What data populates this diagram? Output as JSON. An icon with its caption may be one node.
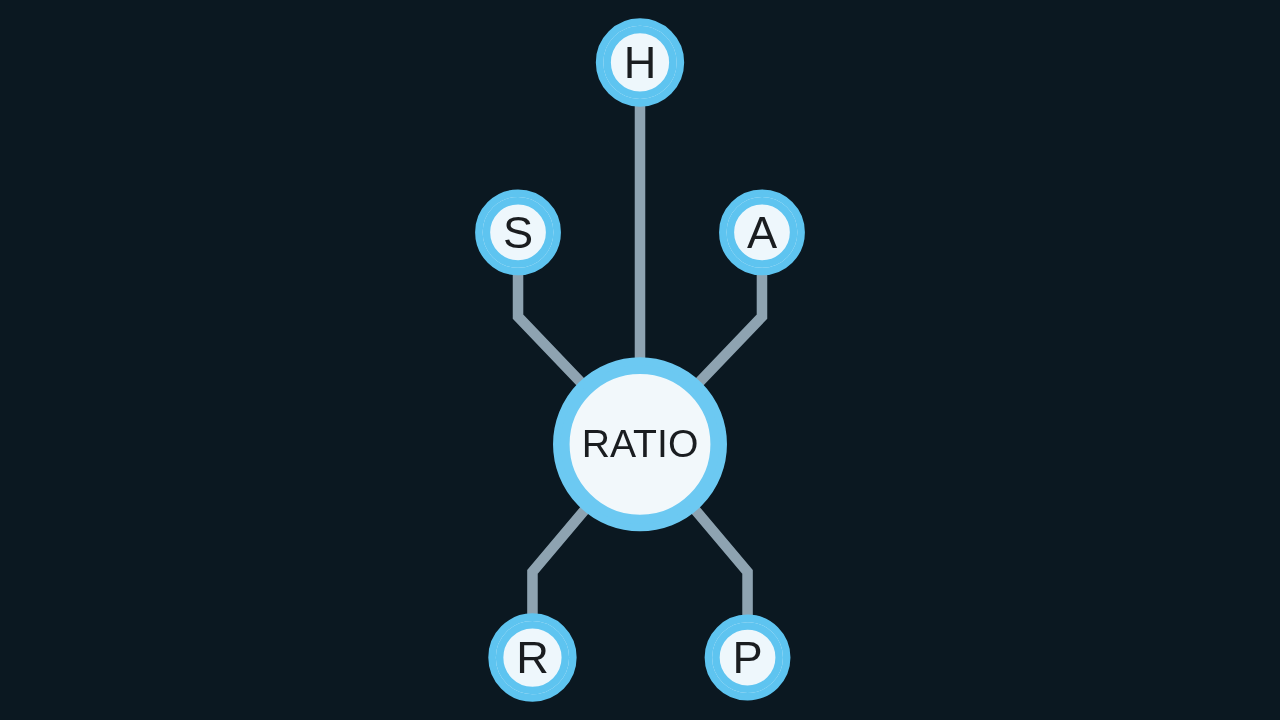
{
  "diagram": {
    "nodes": [
      {
        "text": [
          "H"
        ]
      },
      {
        "text": [
          "S"
        ]
      },
      {
        "text": [
          "A"
        ]
      },
      {
        "text": [
          "RATIO"
        ]
      },
      {
        "text": [
          "R"
        ]
      },
      {
        "text": [
          "P"
        ]
      }
    ],
    "edges": [
      {
        "from": 1,
        "to": 3,
        "arrow": "none"
      },
      {
        "from": 0,
        "to": 3,
        "arrow": "none"
      },
      {
        "from": 2,
        "to": 3,
        "arrow": "none"
      },
      {
        "from": 3,
        "to": 4,
        "arrow": "none"
      },
      {
        "from": 3,
        "to": 5,
        "arrow": "none"
      }
    ]
  }
}
